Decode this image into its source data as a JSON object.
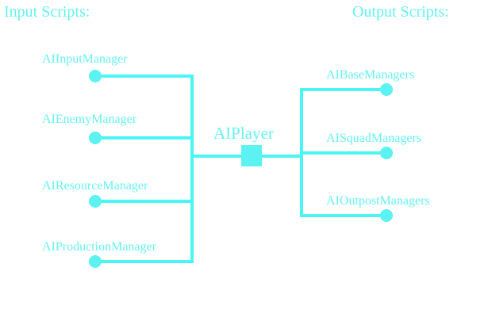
{
  "headers": {
    "input": "Input Scripts:",
    "output": "Output Scripts:"
  },
  "center": {
    "label": "AIPlayer"
  },
  "inputs": [
    {
      "label": "AIInputManager"
    },
    {
      "label": "AIEnemyManager"
    },
    {
      "label": "AIResourceManager"
    },
    {
      "label": "AIProductionManager"
    }
  ],
  "outputs": [
    {
      "label": "AIBaseManagers"
    },
    {
      "label": "AISquadManagers"
    },
    {
      "label": "AIOutpostManagers"
    }
  ],
  "colors": {
    "line": "#49f5f5",
    "node": "#5cf2f2",
    "text": "#66f2f2"
  }
}
